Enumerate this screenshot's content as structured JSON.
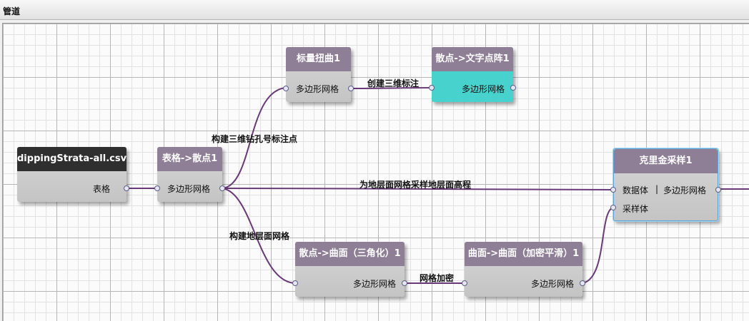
{
  "window": {
    "title": "管道"
  },
  "colors": {
    "node_header": "#8e7f97",
    "node_header_dark": "#2f2f2f",
    "node_body": "#c8c8c8",
    "node_active": "#48d2cd",
    "wire": "#6a3a78",
    "selection": "#5aa4d6"
  },
  "nodes": {
    "csv": {
      "title": "dippingStrata-all.csv",
      "out": "表格"
    },
    "table_to_points": {
      "title": "表格->散点1",
      "in": "多边形网格"
    },
    "scalar_warp": {
      "title": "标量扭曲1",
      "in": "多边形网格"
    },
    "points_to_text": {
      "title": "散点->文字点阵1",
      "in": "多边形网格"
    },
    "kriging": {
      "title": "克里金采样1",
      "in1": "数据体",
      "sep": "|",
      "out1": "多边形网格",
      "in2": "采样体"
    },
    "points_to_surface": {
      "title": "散点->曲面（三角化）1",
      "out": "多边形网格"
    },
    "surface_refine": {
      "title": "曲面->曲面（加密平滑）1",
      "out": "多边形网格"
    }
  },
  "edges": {
    "create_3d_label": "创建三维标注",
    "build_borehole_labels": "构建三维钻孔号标注点",
    "sample_elevation": "为地层面网格采样地层面高程",
    "build_surface_mesh": "构建地层面网格",
    "mesh_refine": "网格加密"
  }
}
